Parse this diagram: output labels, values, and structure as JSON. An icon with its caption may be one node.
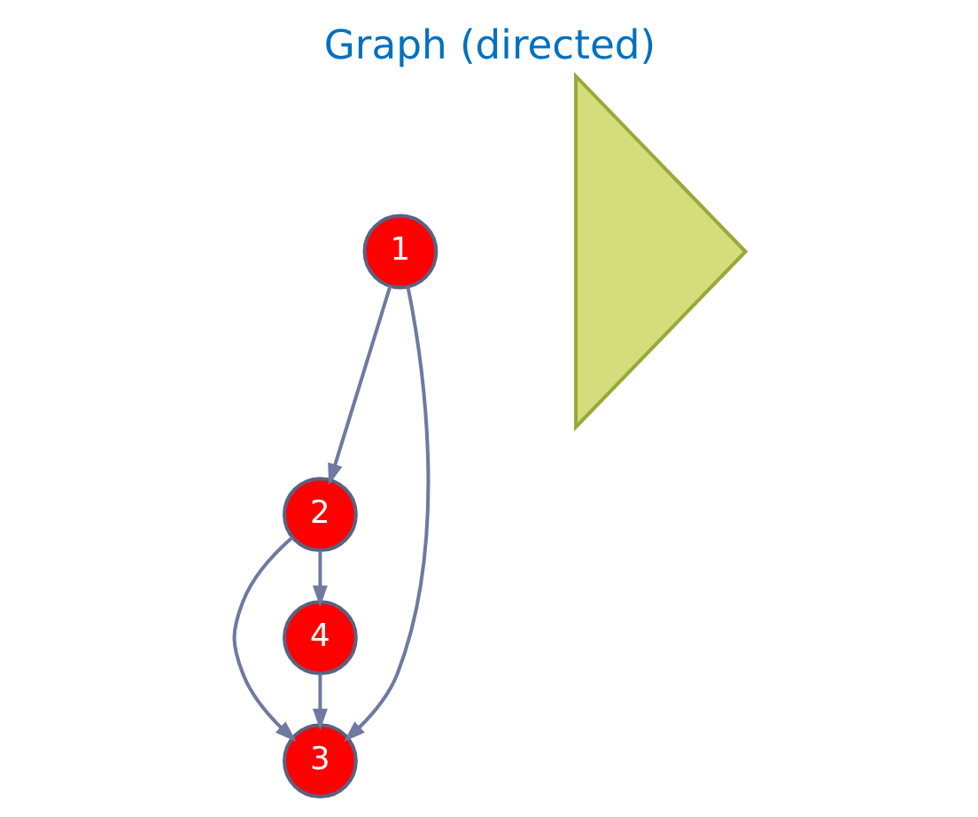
{
  "diagram": {
    "title": "Graph (directed)",
    "nodes": [
      {
        "text": [
          "1"
        ]
      },
      {
        "text": [
          "2"
        ]
      },
      {
        "text": [
          "3"
        ]
      },
      {
        "text": [
          "4"
        ]
      },
      {
        "text": [],
        "shape": "triangle"
      }
    ],
    "edges": [
      {
        "from": 0,
        "to": 1,
        "arrow": "to"
      },
      {
        "from": 0,
        "to": 2,
        "arrow": "to"
      },
      {
        "from": 1,
        "to": 2,
        "arrow": "to"
      },
      {
        "from": 1,
        "to": 3,
        "arrow": "to"
      },
      {
        "from": 3,
        "to": 2,
        "arrow": "to"
      }
    ]
  }
}
